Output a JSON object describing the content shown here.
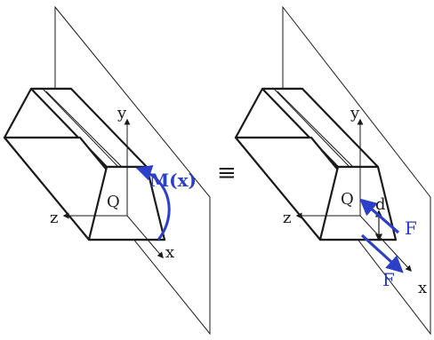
{
  "left_panel": {
    "axis_y": "y",
    "axis_z": "z",
    "axis_x": "x",
    "point": "Q",
    "moment_prefix": "M(",
    "moment_arg": "x",
    "moment_suffix": ")"
  },
  "equivalence_symbol": "≡",
  "right_panel": {
    "axis_y": "y",
    "axis_z": "z",
    "axis_x": "x",
    "point": "Q",
    "distance": "d",
    "force_top": "F",
    "force_bottom": "F"
  },
  "colors": {
    "ink": "#1a1a1a",
    "accent_blue": "#2b3fc9"
  }
}
